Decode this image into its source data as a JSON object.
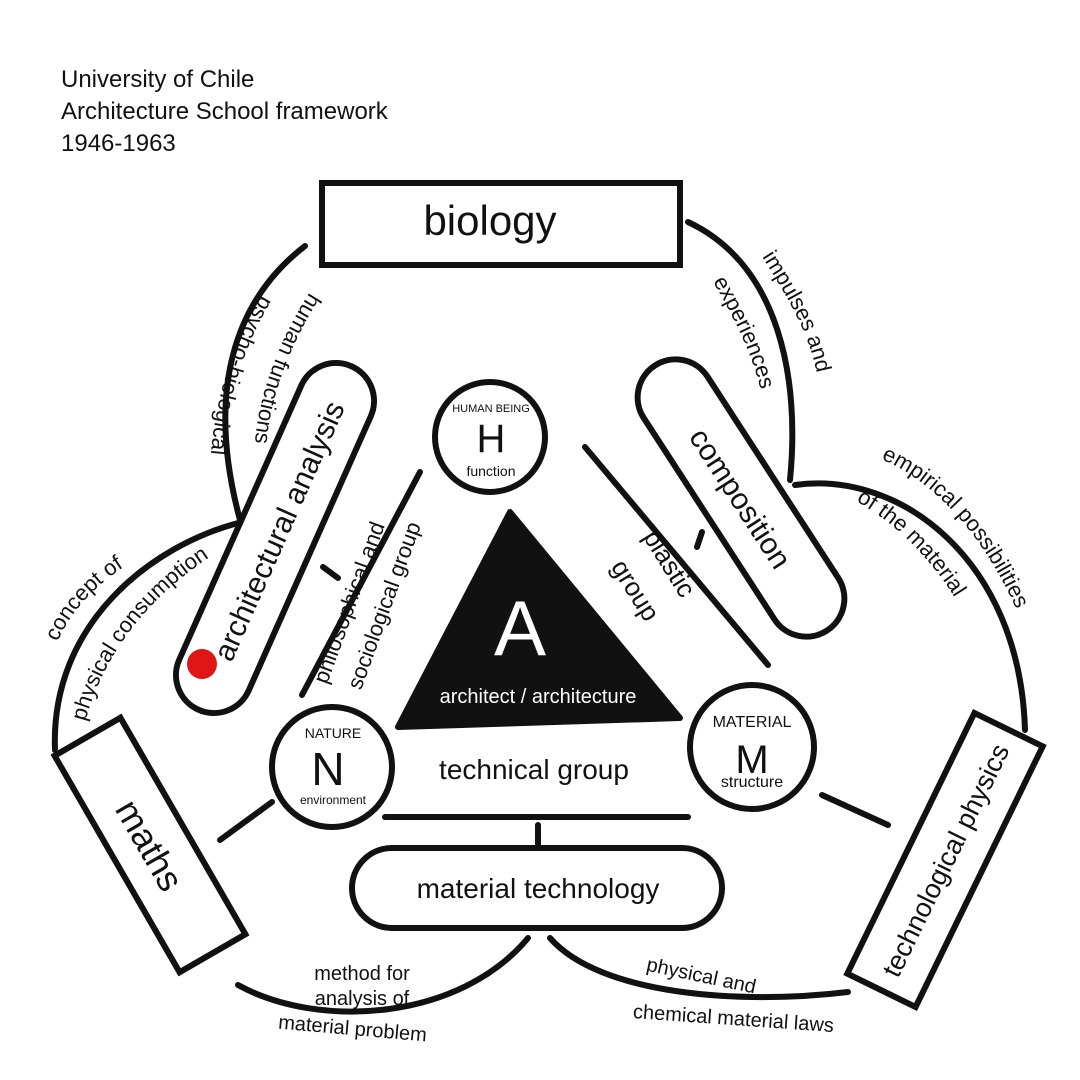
{
  "header": {
    "line1": "University of Chile",
    "line2": "Architecture School framework",
    "line3": "1946-1963"
  },
  "boxes": {
    "biology": "biology",
    "maths": "maths",
    "technological_physics": "technological physics"
  },
  "capsules": {
    "architectural_analysis": "architectural analysis",
    "composition": "composition",
    "material_technology": "material technology"
  },
  "nodes": {
    "human": {
      "caption": "HUMAN BEING",
      "letter": "H",
      "sub": "function"
    },
    "nature": {
      "caption": "NATURE",
      "letter": "N",
      "sub": "environment"
    },
    "material": {
      "caption": "MATERIAL",
      "letter": "M",
      "sub": "structure"
    }
  },
  "center": {
    "letter": "A",
    "label": "architect / architecture"
  },
  "groups": {
    "philosophical_1": "philosophical and",
    "philosophical_2": "sociological group",
    "plastic_1": "plastic",
    "plastic_2": "group",
    "technical": "technical group"
  },
  "arcs": {
    "psycho_1": "psycho-biological",
    "psycho_2": "human  functions",
    "impulses_1": "impulses  and",
    "impulses_2": "experiences",
    "empirical_1": "empirical  possibilities",
    "empirical_2": "of the material",
    "concept_1": "concept of",
    "concept_2": "physical consumption",
    "method_1": "method for",
    "method_2": "analysis of",
    "method_3": "material  problem",
    "physical_1": "physical and",
    "physical_2": "chemical material laws"
  },
  "colors": {
    "ink": "#111111",
    "marker": "#e01515"
  }
}
